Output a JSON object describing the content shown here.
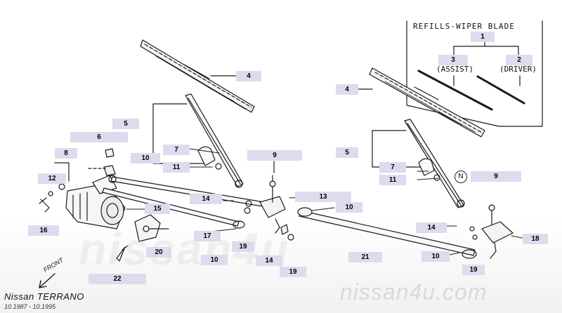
{
  "header": {
    "refill_title": "REFILLS-WIPER BLADE",
    "sub_assist": "(ASSIST)",
    "sub_driver": "(DRIVER)"
  },
  "footer": {
    "model": "Nissan TERRANO",
    "dates": "10.1987 - 10.1995",
    "front": "FRONT",
    "site": "nissan4u.com",
    "watermark": "nissan4u"
  },
  "note_symbol": "N",
  "callouts": {
    "c1": "1",
    "c2": "2",
    "c3": "3",
    "c4_left": "4",
    "c4_right": "4",
    "c5_left": "5",
    "c5_right": "5",
    "c6": "6",
    "c7_left": "7",
    "c7_right": "7",
    "c8": "8",
    "c9_left": "9",
    "c9_right": "9",
    "c10_a": "10",
    "c10_b": "10",
    "c10_c": "10",
    "c10_d": "10",
    "c11_left": "11",
    "c11_right": "11",
    "c12": "12",
    "c13": "13",
    "c14_a": "14",
    "c14_b": "14",
    "c14_c": "14",
    "c15": "15",
    "c16": "16",
    "c17": "17",
    "c18": "18",
    "c19_a": "19",
    "c19_b": "19",
    "c19_c": "19",
    "c20": "20",
    "c21": "21",
    "c22": "22"
  }
}
